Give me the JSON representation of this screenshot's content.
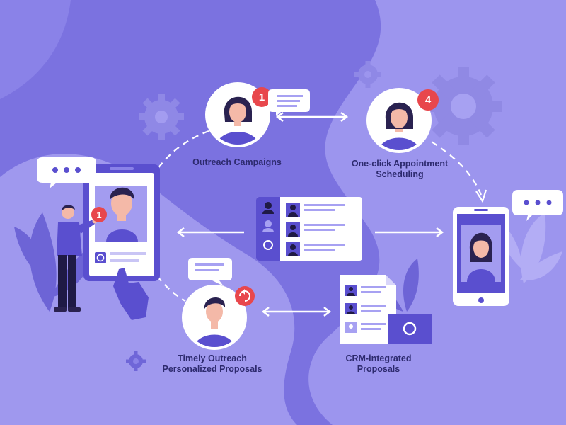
{
  "nodes": {
    "outreach_campaigns": {
      "label": "Outreach Campaigns",
      "badge": "1"
    },
    "appointment": {
      "label_line1": "One-click Appointment",
      "label_line2": "Scheduling",
      "badge": "4"
    },
    "timely_outreach": {
      "label_line1": "Timely Outreach",
      "label_line2": "Personalized Proposals"
    },
    "crm": {
      "label_line1": "CRM-integrated",
      "label_line2": "Proposals"
    },
    "left_phone": {
      "badge": "1"
    }
  },
  "colors": {
    "background": "#7b72e0",
    "accent": "#5a4fcf",
    "badge": "#e8474c",
    "text": "#2d2a6e",
    "light": "#ffffff"
  }
}
